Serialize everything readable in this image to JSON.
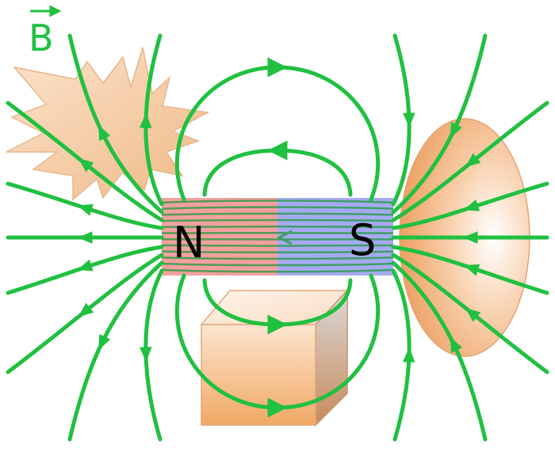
{
  "field_symbol": "B",
  "north_label": "N",
  "south_label": "S",
  "colors": {
    "field_line": "#20c040",
    "north_pole": "#f2a0a0",
    "south_pole": "#a6aaf2",
    "object_fill": "#f4b888",
    "object_edge": "#e2a77b"
  }
}
